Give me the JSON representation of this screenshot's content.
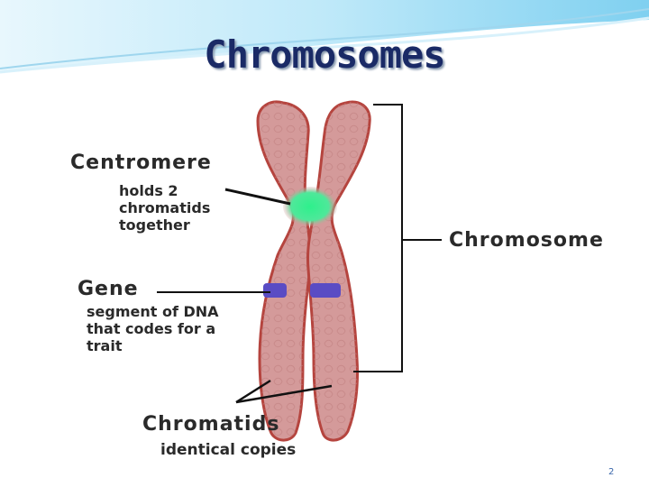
{
  "slide": {
    "title": "Chromosomes",
    "page_number": "2"
  },
  "diagram": {
    "labels": {
      "centromere": "Centromere",
      "centromere_desc": [
        "holds 2",
        "chromatids",
        "together"
      ],
      "gene": "Gene",
      "gene_desc": [
        "segment of DNA",
        "that codes for a",
        "trait"
      ],
      "chromosome": "Chromosome",
      "chromatids": "Chromatids",
      "chromatids_desc": "identical copies"
    },
    "colors": {
      "chromatid_fill": "#d49a9a",
      "chromatid_outline": "#b5443e",
      "centromere": "#2ef08c",
      "gene_band": "#5a4cc4",
      "header_blue": "#7fd0f0"
    }
  }
}
